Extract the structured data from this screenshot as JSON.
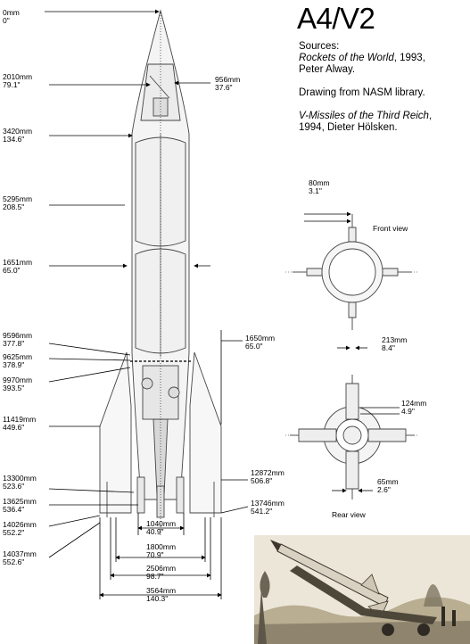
{
  "title": "A4/V2",
  "sources": {
    "heading": "Sources:",
    "ref1_title": "Rockets of the World",
    "ref1_rest": ", 1993,",
    "ref1_author": "Peter Alway.",
    "drawing_note": "Drawing from NASM library.",
    "ref2_title": "V-Missiles of the Third Reich",
    "ref2_rest": ",",
    "ref2_author": "1994, Dieter Hölsken."
  },
  "views": {
    "front": "Front view",
    "rear": "Rear view"
  },
  "dims": {
    "d0": [
      "0mm",
      "0\""
    ],
    "d2010": [
      "2010mm",
      "79.1\""
    ],
    "d956": [
      "956mm",
      "37.6\""
    ],
    "d3420": [
      "3420mm",
      "134.6\""
    ],
    "d5295": [
      "5295mm",
      "208.5\""
    ],
    "d1651": [
      "1651mm",
      "65.0\""
    ],
    "d9596": [
      "9596mm",
      "377.8\""
    ],
    "d9625": [
      "9625mm",
      "378.9\""
    ],
    "d9970": [
      "9970mm",
      "393.5\""
    ],
    "d1650": [
      "1650mm",
      "65.0\""
    ],
    "d11419": [
      "11419mm",
      "449.6\""
    ],
    "d13300": [
      "13300mm",
      "523.6\""
    ],
    "d13625": [
      "13625mm",
      "536.4\""
    ],
    "d14026": [
      "14026mm",
      "552.2\""
    ],
    "d14037": [
      "14037mm",
      "552.6\""
    ],
    "d12872": [
      "12872mm",
      "506.8\""
    ],
    "d13746": [
      "13746mm",
      "541.2\""
    ],
    "d1040": [
      "1040mm",
      "40.9\""
    ],
    "d1800": [
      "1800mm",
      "70.9\""
    ],
    "d2506": [
      "2506mm",
      "98.7\""
    ],
    "d3564": [
      "3564mm",
      "140.3\""
    ],
    "d80": [
      "80mm",
      "3.1\""
    ],
    "d213": [
      "213mm",
      "8.4\""
    ],
    "d124": [
      "124mm",
      "4.9\""
    ],
    "d65": [
      "65mm",
      "2.6\""
    ]
  }
}
